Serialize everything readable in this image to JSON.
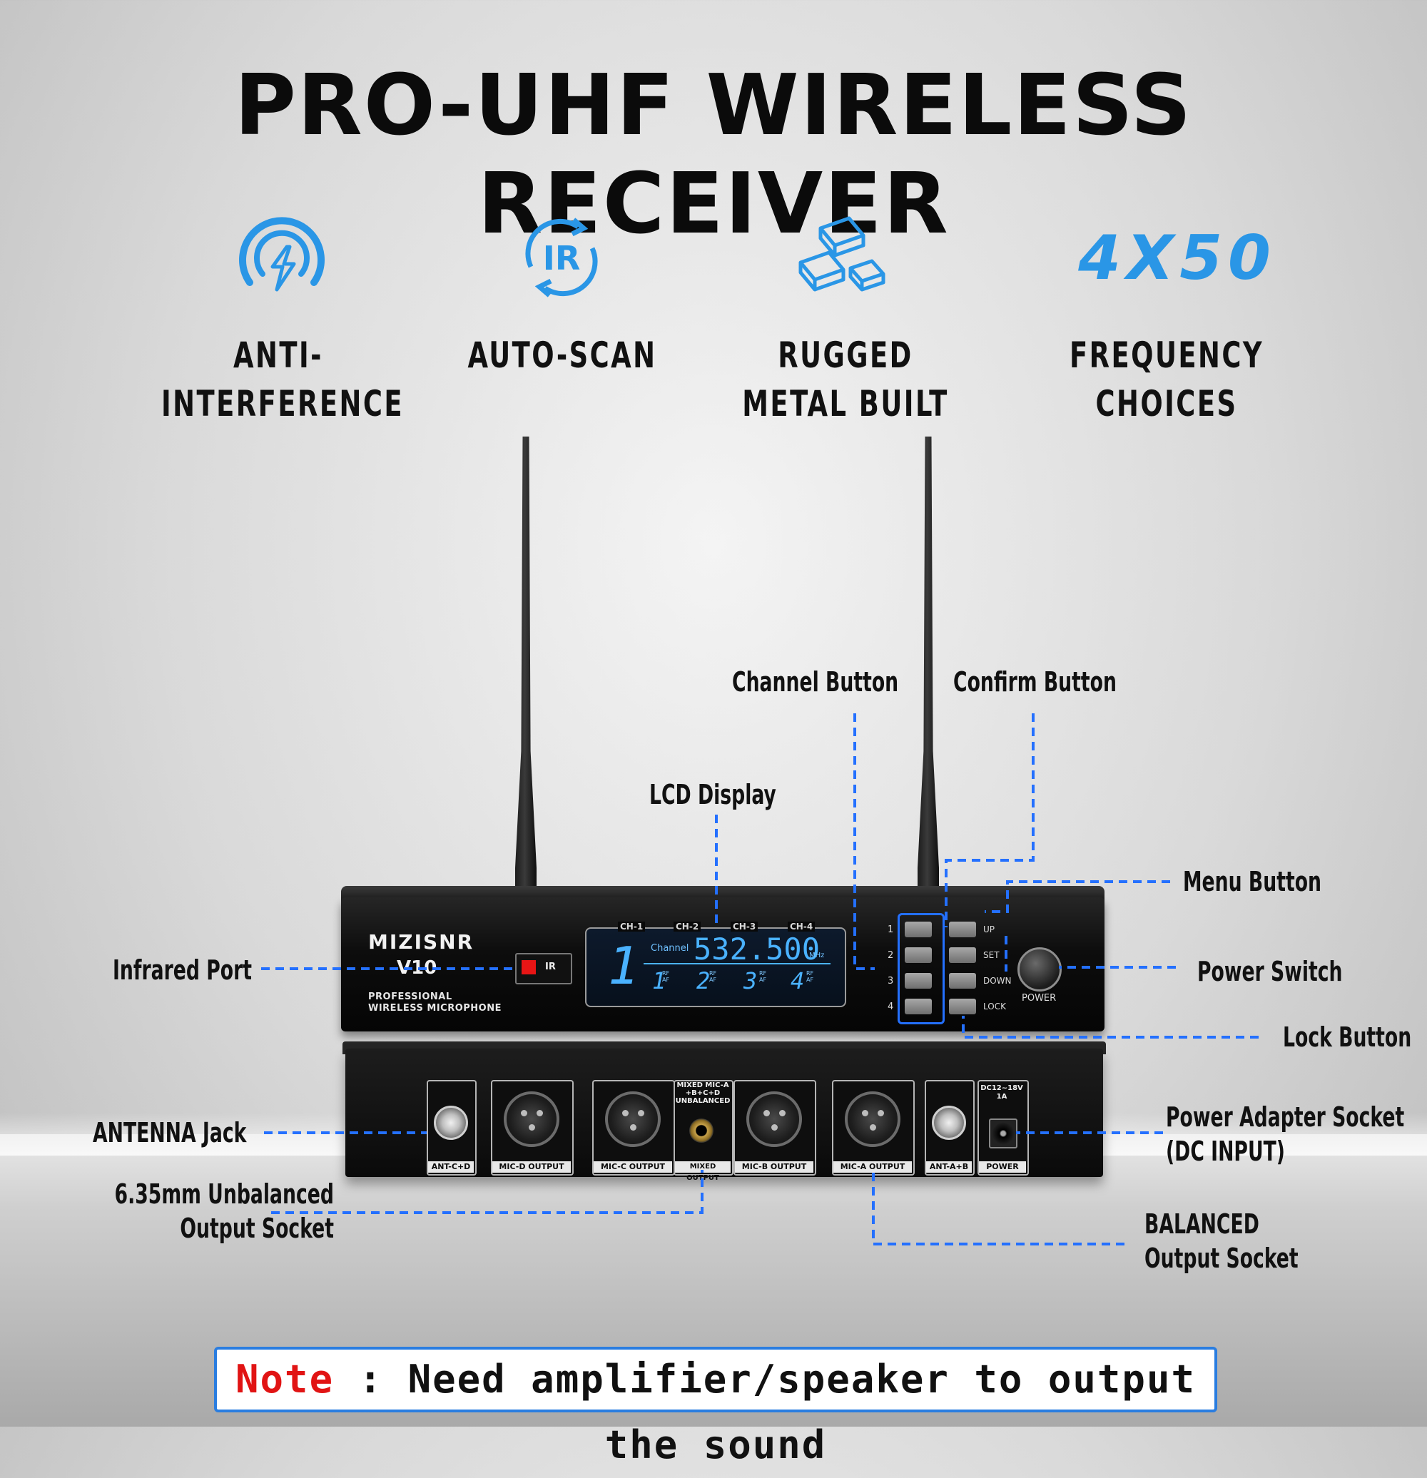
{
  "title": "PRO-UHF WIRELESS RECEIVER",
  "features": [
    {
      "icon": "signal-bolt-icon",
      "line1": "ANTI-",
      "line2": "INTERFERENCE"
    },
    {
      "icon": "ir-scan-icon",
      "icon_text": "IR",
      "line1": "AUTO-SCAN",
      "line2": ""
    },
    {
      "icon": "metal-bars-icon",
      "line1": "RUGGED",
      "line2": "METAL BUILT"
    },
    {
      "number": "4X50",
      "line1": "FREQUENCY",
      "line2": "CHOICES"
    }
  ],
  "callouts": {
    "channel_button": "Channel Button",
    "confirm_button": "Confirm Button",
    "lcd_display": "LCD Display",
    "menu_button": "Menu Button",
    "infrared_port": "Infrared Port",
    "power_switch": "Power Switch",
    "lock_button": "Lock Button",
    "antenna_jack": "ANTENNA Jack",
    "unbalanced_line1": "6.35mm Unbalanced",
    "unbalanced_line2": "Output Socket",
    "power_adapter_line1": "Power Adapter Socket",
    "power_adapter_line2": "(DC INPUT)",
    "balanced_line1": "BALANCED",
    "balanced_line2": "Output Socket"
  },
  "device": {
    "brand": "MIZISNR",
    "model": "V10",
    "subtitle_line1": "PROFESSIONAL",
    "subtitle_line2": "WIRELESS MICROPHONE",
    "ir_label": "IR",
    "lcd": {
      "channels": [
        "CH-1",
        "CH-2",
        "CH-3",
        "CH-4"
      ],
      "channel_label": "Channel",
      "big_digit": "1",
      "frequency": "532.500",
      "unit": "MHz",
      "digits": [
        "1",
        "2",
        "3",
        "4"
      ],
      "rf": "RF",
      "af": "AF"
    },
    "button_numbers": [
      "1",
      "2",
      "3",
      "4"
    ],
    "button_labels": [
      "UP",
      "SET",
      "DOWN",
      "LOCK"
    ],
    "power_label": "POWER"
  },
  "rear_panel": {
    "ant_cd": "ANT-C+D",
    "mic_d": "MIC-D OUTPUT",
    "mic_c": "MIC-C OUTPUT",
    "mixed_title_1": "MIXED MIC-A",
    "mixed_title_2": "+B+C+D",
    "mixed_title_3": "UNBALANCED",
    "mixed_output": "MIXED OUTPUT",
    "mic_b": "MIC-B OUTPUT",
    "mic_a": "MIC-A OUTPUT",
    "ant_ab": "ANT-A+B",
    "dc_spec_1": "DC12~18V",
    "dc_spec_2": "1A",
    "power": "POWER"
  },
  "note": {
    "label": "Note",
    "separator": " : ",
    "text": "Need amplifier/speaker to output the sound"
  },
  "colors": {
    "accent_blue": "#2a96e6",
    "callout_line": "#2470ff",
    "note_red": "#e11414"
  }
}
